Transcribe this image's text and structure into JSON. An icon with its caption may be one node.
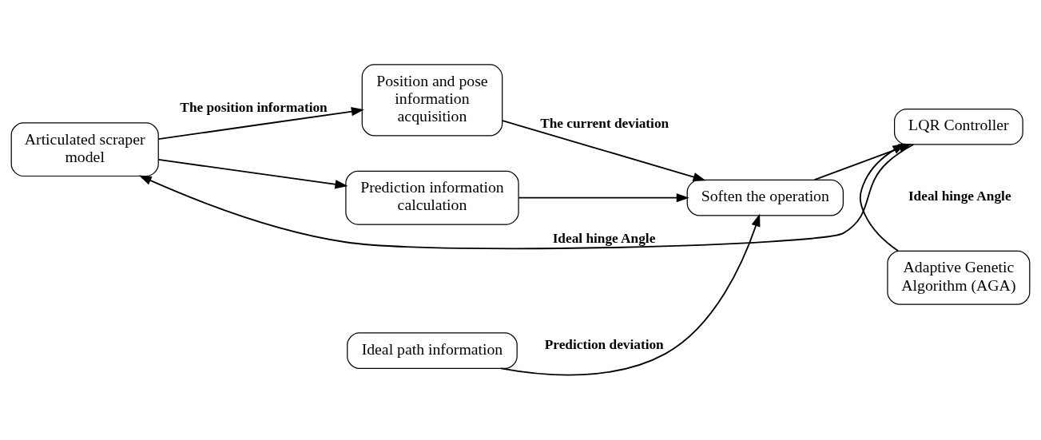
{
  "diagram": {
    "nodes": [
      {
        "text": [
          "Articulated scraper model"
        ]
      },
      {
        "text": [
          "Position and pose information acquisition"
        ]
      },
      {
        "text": [
          "Ideal path information"
        ]
      },
      {
        "text": [
          "Prediction information calculation"
        ]
      },
      {
        "text": [
          "Soften the operation"
        ]
      },
      {
        "text": [
          "LQR Controller"
        ]
      },
      {
        "text": [
          "Adaptive Genetic Algorithm (AGA)"
        ]
      }
    ],
    "edges": [
      {
        "from": 0,
        "to": 1,
        "arrow": "to",
        "label": "The position information"
      },
      {
        "from": 0,
        "to": 3,
        "arrow": "to"
      },
      {
        "from": 1,
        "to": 4,
        "arrow": "to",
        "label": "The current deviation"
      },
      {
        "from": 2,
        "to": 4,
        "arrow": "to",
        "label": "Prediction deviation"
      },
      {
        "from": 3,
        "to": 4,
        "arrow": "to"
      },
      {
        "from": 4,
        "to": 5,
        "arrow": "to"
      },
      {
        "from": 6,
        "to": 5,
        "arrow": "to"
      },
      {
        "from": 5,
        "to": 0,
        "arrow": "to",
        "label": "Ideal hinge Angle"
      }
    ],
    "labels": [
      "Ideal hinge Angle"
    ]
  }
}
